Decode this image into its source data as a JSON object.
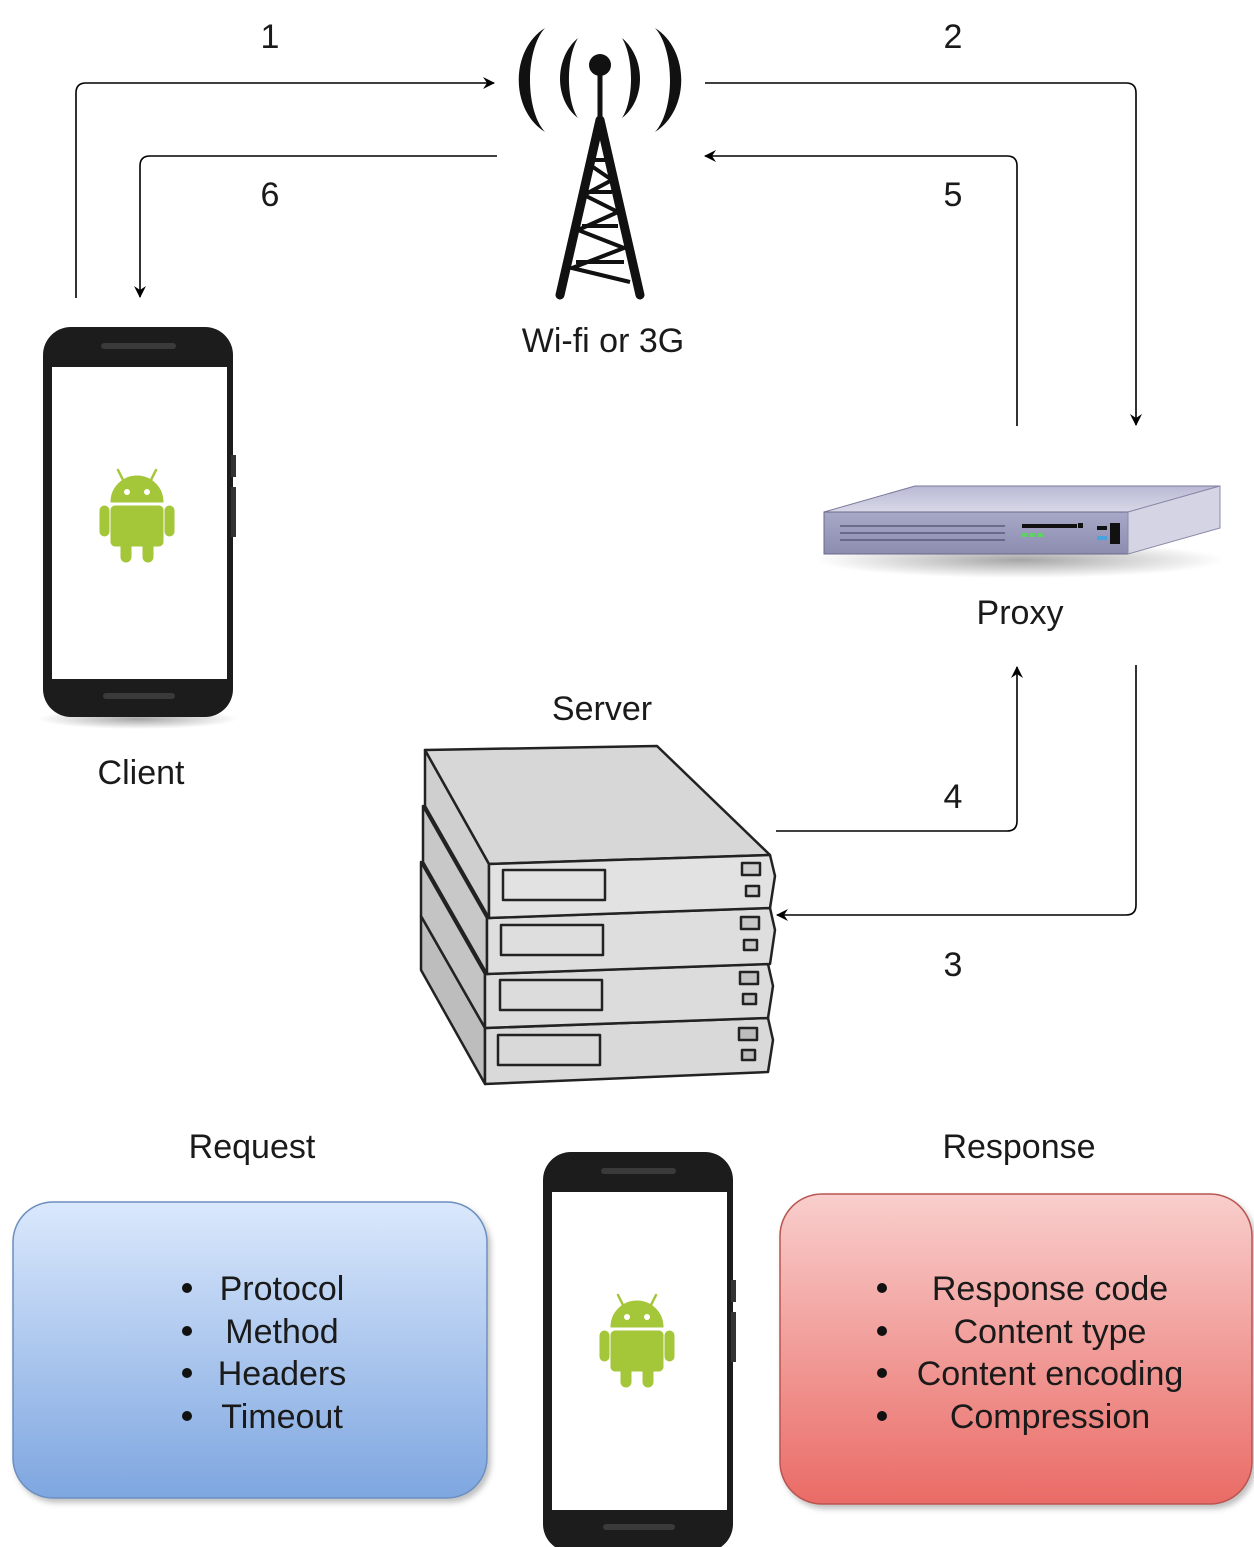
{
  "nodes": {
    "tower": {
      "label": "Wi-fi or 3G",
      "icon": "wifi-tower-icon"
    },
    "client": {
      "label": "Client",
      "icon": "android-phone-icon"
    },
    "proxy": {
      "label": "Proxy",
      "icon": "rack-server-icon"
    },
    "server": {
      "label": "Server",
      "icon": "server-stack-icon"
    }
  },
  "steps": [
    "1",
    "2",
    "3",
    "4",
    "5",
    "6"
  ],
  "request": {
    "title": "Request",
    "items": [
      "Protocol",
      "Method",
      "Headers",
      "Timeout"
    ],
    "color_top": "#dae8fc",
    "color_bottom": "#7ea6e0",
    "border": "#6c8ebf"
  },
  "response": {
    "title": "Response",
    "items": [
      "Response code",
      "Content type",
      "Content encoding",
      "Compression"
    ],
    "color_top": "#f8cecc",
    "color_bottom": "#ea6b66",
    "border": "#b85450"
  },
  "colors": {
    "android_green": "#a4c639",
    "line": "#000000"
  }
}
